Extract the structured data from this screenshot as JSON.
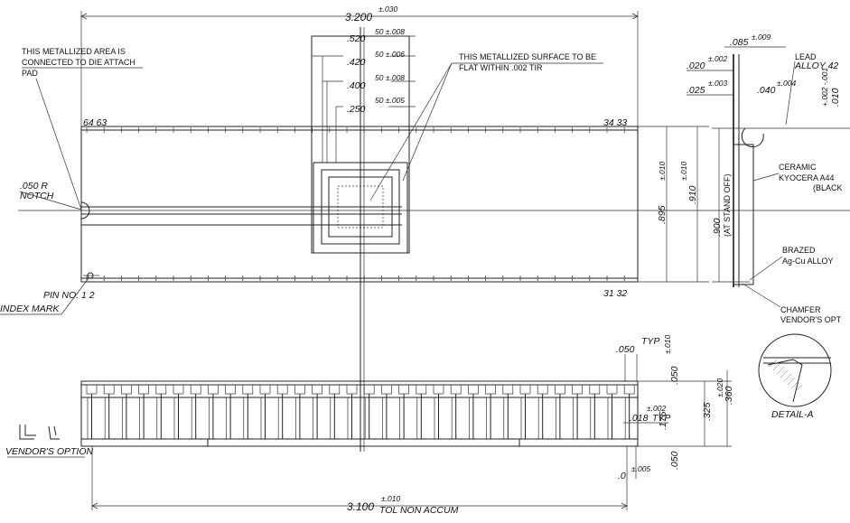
{
  "notes": {
    "metallized_area_1": "THIS METALLIZED AREA IS",
    "metallized_area_2": "CONNECTED TO DIE ATTACH",
    "metallized_area_3": "PAD",
    "flat_surface_1": "THIS METALLIZED SURFACE TO BE",
    "flat_surface_2": "FLAT WITHIN .002 TIR",
    "notch_1": ".050 R",
    "notch_2": "NOTCH",
    "pin_no": "PIN NO. 1  2",
    "index_mark": "INDEX MARK",
    "vendor_option": "VENDOR'S OPTION",
    "detail_a": "DETAIL-A",
    "ceramic_1": "CERAMIC",
    "ceramic_2": "KYOCERA A44",
    "ceramic_3": "(BLACK",
    "brazed_1": "BRAZED",
    "brazed_2": "Ag-Cu ALLOY",
    "chamfer_1": "CHAMFER",
    "chamfer_2": "VENDOR'S OPT",
    "lead_1": "LEAD",
    "lead_2": "ALLOY 42",
    "tol_non_accum": "TOL NON ACCUM",
    "typ": "TYP",
    "at_stand_off": "(AT STAND OFF)"
  },
  "pins": {
    "top_left": "64 63",
    "top_right": "34 33",
    "bottom_right": "31 32",
    "bottom_left": "1  2"
  },
  "dimensions": {
    "overall_length": "3.200",
    "overall_length_tol": "±.030",
    "d520": ".520",
    "d420": ".420",
    "d400": ".400",
    "d250": ".250",
    "t520": "50 ±.008",
    "t420": "50 ±.006",
    "t400": "50 ±.008",
    "t250": "50 ±.005",
    "d895": ".895",
    "d895_tol": "±.010",
    "d910": ".910",
    "d910_tol": "±.010",
    "d900": ".900",
    "d085": ".085",
    "d085_tol": "±.009",
    "d020": ".020",
    "d020_tol": "±.002",
    "d025": ".025",
    "d025_tol": "±.003",
    "d040": ".040",
    "d040_tol": "±.004",
    "d010_lead": ".010",
    "d010_lead_tol": "+.002 -.001",
    "d050_pitch": ".050",
    "d050_tol": "±.010",
    "d018": ".018",
    "d018_tol": "±.002",
    "d175": ".175",
    "d325": ".325",
    "d360": ".360",
    "d360_tol": "±.020",
    "d050_side": ".050",
    "d050_bottom": ".050",
    "d005": "±.005",
    "d_small": ".0",
    "bottom_length": "3.100",
    "bottom_length_tol": "±.010"
  }
}
